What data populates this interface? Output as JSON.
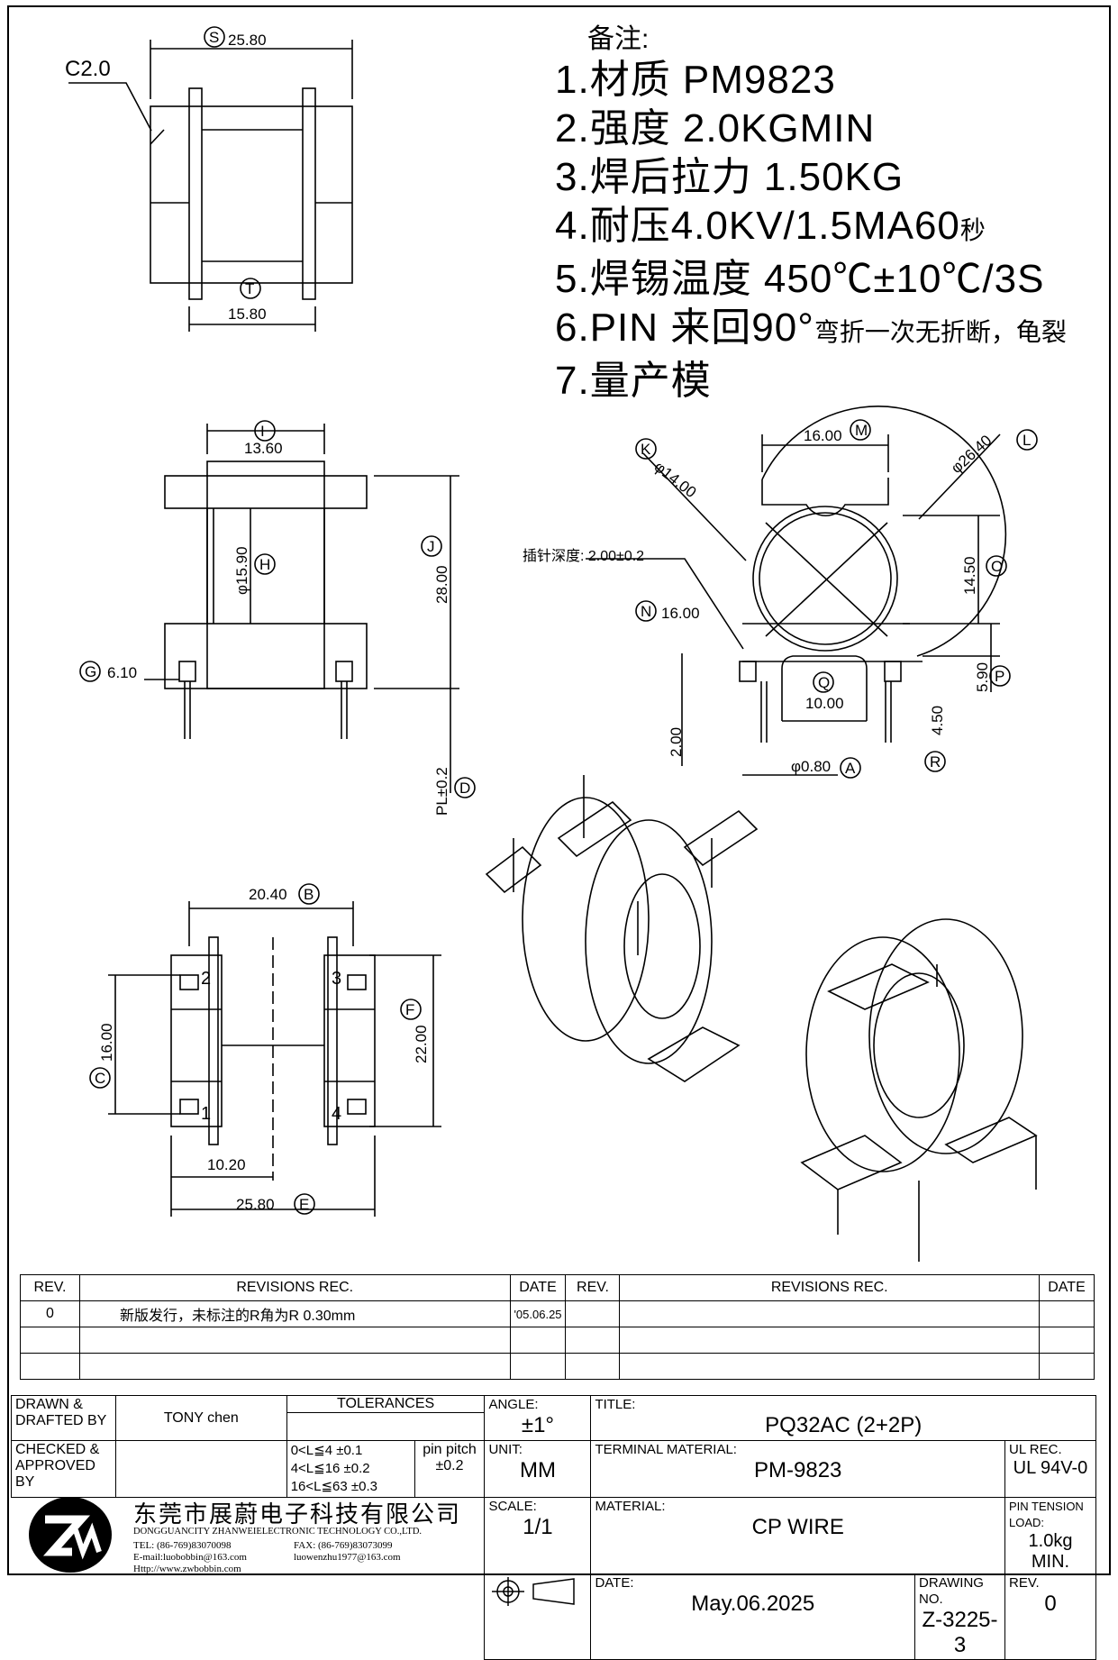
{
  "dims": {
    "s": "25.80",
    "c2": "C2.0",
    "t": "15.80",
    "i": "13.60",
    "h": "φ15.90",
    "j": "28.00",
    "g": "6.10",
    "d": "PL±0.2",
    "m": "16.00",
    "k": "φ14.00",
    "l": "φ26.40",
    "o": "14.50",
    "depth": "插针深度: 2.00±0.2",
    "n": "16.00",
    "p": "5.90",
    "q": "10.00",
    "r": "4.50",
    "two": "2.00",
    "a": "φ0.80",
    "b": "20.40",
    "f": "22.00",
    "c": "16.00",
    "half": "10.20",
    "e": "25.80",
    "pin1": "1",
    "pin2": "2",
    "pin3": "3",
    "pin4": "4"
  },
  "circle_labels": {
    "S": "S",
    "T": "T",
    "I": "I",
    "H": "H",
    "J": "J",
    "G": "G",
    "D": "D",
    "K": "K",
    "M": "M",
    "L": "L",
    "O": "O",
    "N": "N",
    "P": "P",
    "Q": "Q",
    "R": "R",
    "A": "A",
    "B": "B",
    "F": "F",
    "C": "C",
    "E": "E"
  },
  "notes": {
    "header": "备注:",
    "n1": "1.材质 PM9823",
    "n2": "2.强度 2.0KGMIN",
    "n3": "3.焊后拉力 1.50KG",
    "n4a": "4.耐压4.0KV/1.5MA60",
    "n4b": "秒",
    "n5": "5.焊锡温度 450℃±10℃/3S",
    "n6a": "6.PIN 来回90°",
    "n6b": "弯折一次无折断，龟裂",
    "n7": "7.量产模"
  },
  "revisions": {
    "rev_h": "REV.",
    "rec_h": "REVISIONS REC.",
    "date_h": "DATE",
    "r1_rev": "0",
    "r1_rec": "新版发行，未标注的R角为R 0.30mm",
    "r1_date": "'05.06.25"
  },
  "title_block": {
    "drawn_label": "DRAWN & DRAFTED BY",
    "drawn": "TONY chen",
    "checked_label": "CHECKED & APPROVED BY",
    "tol_title": "TOLERANCES",
    "tol1": "0<L≦4  ±0.1",
    "tol2": "4<L≦16  ±0.2",
    "tol3": "16<L≦63  ±0.3",
    "pitch_label": "pin pitch",
    "pitch": "±0.2",
    "angle_label": "ANGLE:",
    "angle": "±1°",
    "unit_label": "UNIT:",
    "unit": "MM",
    "scale_label": "SCALE:",
    "scale": "1/1",
    "title_label": "TITLE:",
    "title": "PQ32AC (2+2P)",
    "term_label": "TERMINAL MATERIAL:",
    "term": "PM-9823",
    "ul_label": "UL REC.",
    "ul": "UL 94V-0",
    "mat_label": "MATERIAL:",
    "mat": "CP WIRE",
    "pin_label": "PIN TENSION LOAD:",
    "pin": "1.0kg MIN.",
    "date_label": "DATE:",
    "date": "May.06.2025",
    "dwg_label": "DRAWING NO.",
    "dwg": "Z-3225-3",
    "rev_label": "REV.",
    "rev": "0"
  },
  "company": {
    "name_cn": "东莞市展蔚电子科技有限公司",
    "name_en": "DONGGUANCITY ZHANWEIELECTRONIC TECHNOLOGY CO.,LTD.",
    "tel": "TEL: (86-769)83070098",
    "fax": "FAX: (86-769)83073099",
    "email1": "E-mail:luobobbin@163.com",
    "email2": "luowenzhu1977@163.com",
    "web": "Http://www.zwbobbin.com"
  }
}
